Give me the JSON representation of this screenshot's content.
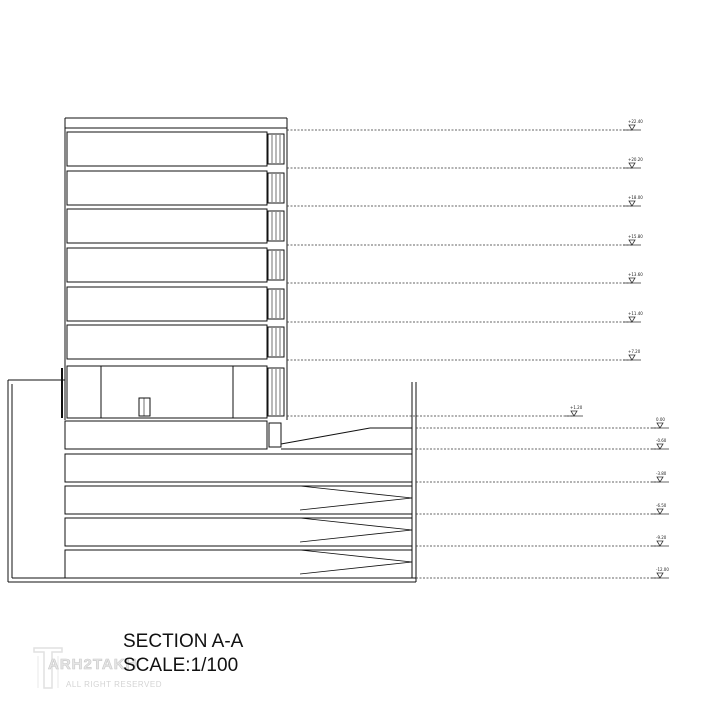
{
  "drawing": {
    "title": "SECTION A-A",
    "scale": "SCALE:1/100"
  },
  "levels_upper": [
    {
      "label": "+22.40"
    },
    {
      "label": "+20.20"
    },
    {
      "label": "+18.00"
    },
    {
      "label": "+15.80"
    },
    {
      "label": "+13.60"
    },
    {
      "label": "+11.40"
    },
    {
      "label": "+7.20"
    }
  ],
  "level_mid": {
    "label": "+1.20"
  },
  "levels_lower": [
    {
      "label": "0.00"
    },
    {
      "label": "-0.60"
    },
    {
      "label": "-3.80"
    },
    {
      "label": "-6.50"
    },
    {
      "label": "-9.20"
    },
    {
      "label": "-12.00"
    }
  ],
  "watermark": {
    "brand": "ARH2TAKH",
    "rights": "ALL RIGHT RESERVED"
  }
}
